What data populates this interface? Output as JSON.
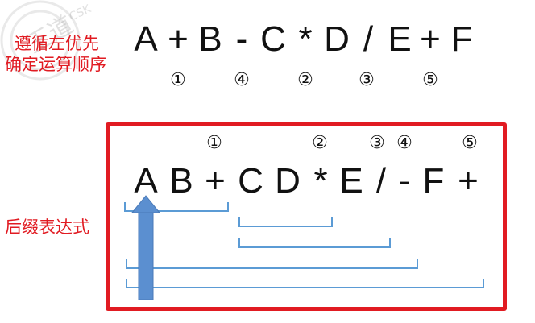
{
  "watermark": {
    "text": "王道 CSKAOYAN"
  },
  "notes": {
    "infix_rule_line1": "遵循左优先",
    "infix_rule_line2": "确定运算顺序",
    "postfix_label": "后缀表达式"
  },
  "infix": {
    "tokens": [
      "A",
      "+",
      "B",
      "-",
      "C",
      "*",
      "D",
      "/",
      "E",
      "+",
      "F"
    ],
    "order_marks": [
      "①",
      "④",
      "②",
      "③",
      "⑤"
    ]
  },
  "postfix": {
    "tokens": [
      "A",
      "B",
      "+",
      "C",
      "D",
      "*",
      "E",
      "/",
      "-",
      "F",
      "+"
    ],
    "order_marks": [
      "①",
      "②",
      "③",
      "④",
      "⑤"
    ]
  },
  "colors": {
    "box": "#e11b22",
    "note": "#e11b22",
    "bracket": "#5b9bd5",
    "arrow": "#5b8fd0"
  }
}
